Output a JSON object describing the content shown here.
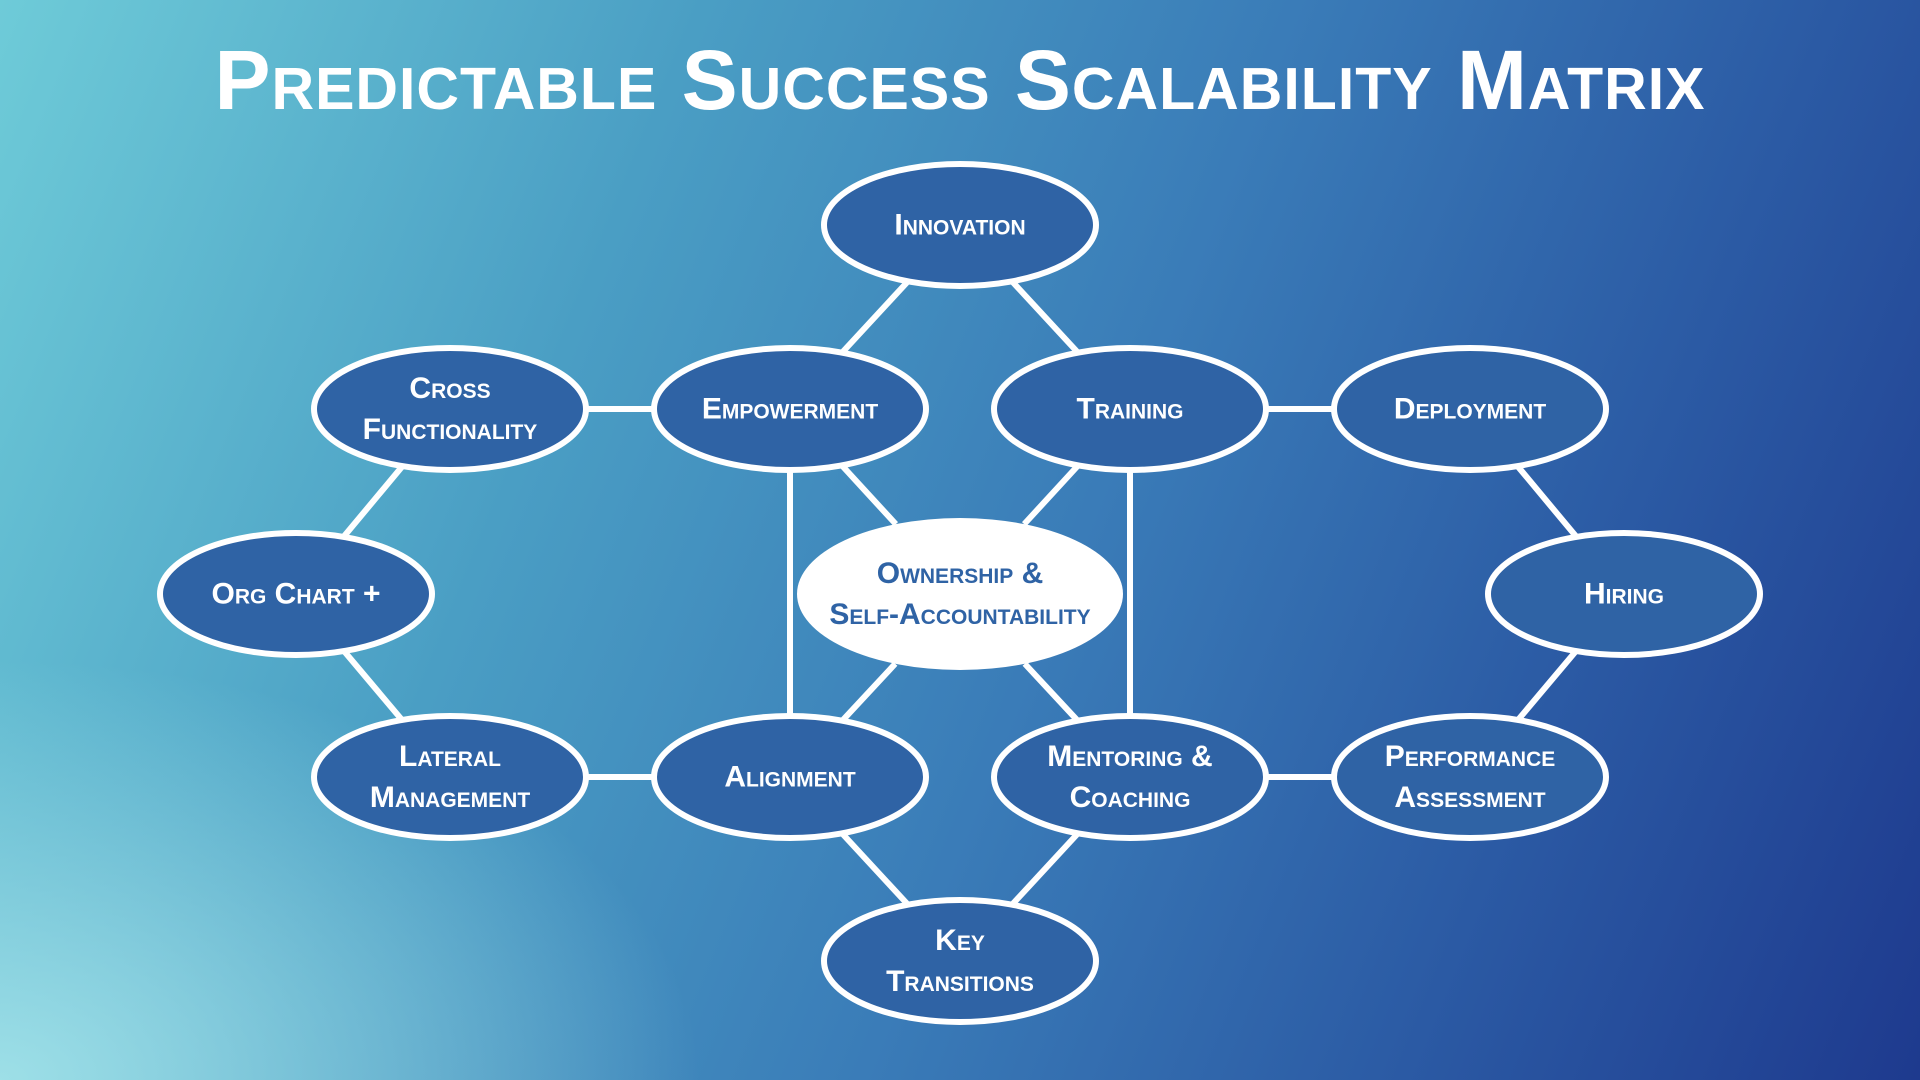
{
  "title": "Predictable Success Scalability Matrix",
  "colors": {
    "node_fill": "#2f63a5",
    "node_stroke": "#ffffff",
    "center_fill": "#ffffff",
    "center_text": "#2f63a5",
    "connector": "#ffffff"
  },
  "nodes": [
    {
      "id": "innovation",
      "lines": [
        "Innovation"
      ]
    },
    {
      "id": "cross-functionality",
      "lines": [
        "Cross",
        "Functionality"
      ]
    },
    {
      "id": "empowerment",
      "lines": [
        "Empowerment"
      ]
    },
    {
      "id": "training",
      "lines": [
        "Training"
      ]
    },
    {
      "id": "deployment",
      "lines": [
        "Deployment"
      ]
    },
    {
      "id": "org-chart",
      "lines": [
        "Org Chart +"
      ]
    },
    {
      "id": "ownership",
      "lines": [
        "Ownership &",
        "Self-Accountability"
      ],
      "center": true
    },
    {
      "id": "hiring",
      "lines": [
        "Hiring"
      ]
    },
    {
      "id": "lateral-management",
      "lines": [
        "Lateral",
        "Management"
      ]
    },
    {
      "id": "alignment",
      "lines": [
        "Alignment"
      ]
    },
    {
      "id": "mentoring-coaching",
      "lines": [
        "Mentoring &",
        "Coaching"
      ]
    },
    {
      "id": "performance-assessment",
      "lines": [
        "Performance",
        "Assessment"
      ]
    },
    {
      "id": "key-transitions",
      "lines": [
        "Key",
        "Transitions"
      ]
    }
  ],
  "edges": [
    [
      "innovation",
      "empowerment"
    ],
    [
      "innovation",
      "training"
    ],
    [
      "cross-functionality",
      "empowerment"
    ],
    [
      "training",
      "deployment"
    ],
    [
      "cross-functionality",
      "org-chart"
    ],
    [
      "org-chart",
      "lateral-management"
    ],
    [
      "lateral-management",
      "alignment"
    ],
    [
      "deployment",
      "hiring"
    ],
    [
      "hiring",
      "performance-assessment"
    ],
    [
      "mentoring-coaching",
      "performance-assessment"
    ],
    [
      "empowerment",
      "alignment"
    ],
    [
      "training",
      "mentoring-coaching"
    ],
    [
      "empowerment",
      "ownership"
    ],
    [
      "training",
      "ownership"
    ],
    [
      "alignment",
      "ownership"
    ],
    [
      "mentoring-coaching",
      "ownership"
    ],
    [
      "alignment",
      "key-transitions"
    ],
    [
      "mentoring-coaching",
      "key-transitions"
    ]
  ]
}
